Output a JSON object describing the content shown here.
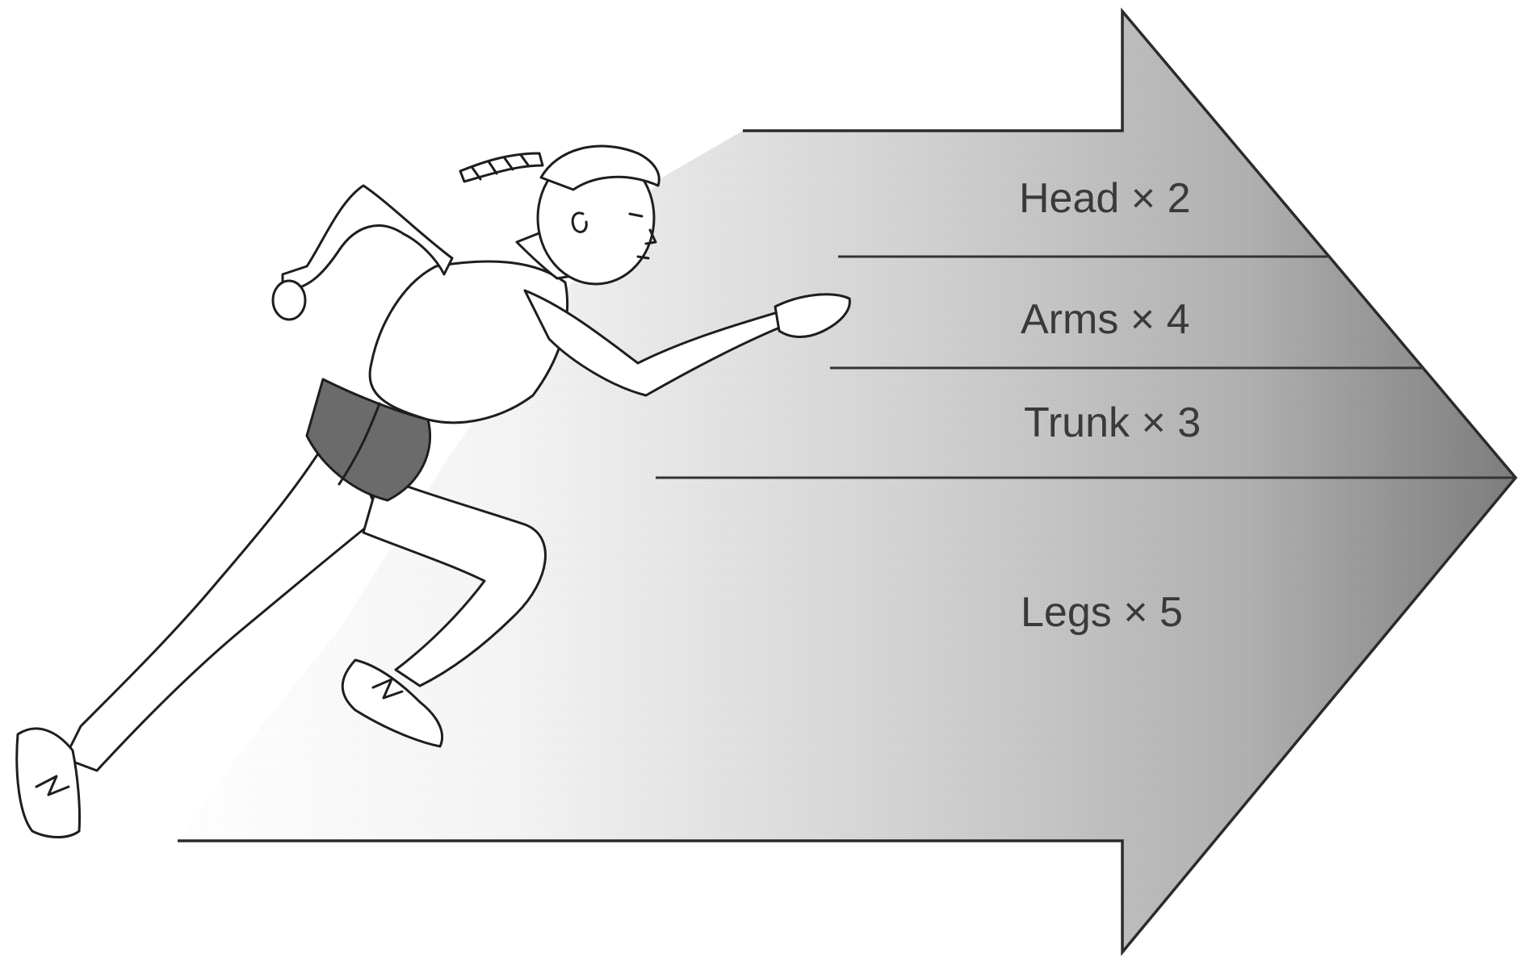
{
  "diagram": {
    "segments": [
      {
        "id": "head",
        "label": "Head × 2"
      },
      {
        "id": "arms",
        "label": "Arms × 4"
      },
      {
        "id": "trunk",
        "label": "Trunk  × 3"
      },
      {
        "id": "legs",
        "label": "Legs × 5"
      }
    ],
    "colors": {
      "arrow_light": "#ffffff",
      "arrow_dark": "#7d7d7d",
      "outline": "#2b2b2b",
      "text": "#3a3a3a",
      "shorts": "#6b6b6b"
    }
  }
}
